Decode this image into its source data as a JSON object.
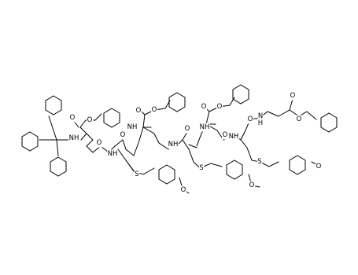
{
  "diagram": {
    "type": "skeletal-structure",
    "atom_labels": {
      "nh_trityl": "NH",
      "nh_2": "NH",
      "nh_3": "NH",
      "nh_4": "NH",
      "nh_5": "NH",
      "nh_6": "NH",
      "nh_7": "N",
      "h_7": "H",
      "o_1": "O",
      "o_1b": "O",
      "o_2": "O",
      "o_3": "O",
      "o_3b": "O",
      "o_4": "O",
      "o_5": "O",
      "o_5b": "O",
      "o_6": "O",
      "o_7": "O",
      "o_7b": "O",
      "o_8": "O",
      "o_m1": "O",
      "o_m2": "O",
      "o_m3": "O",
      "s_1": "S",
      "s_2": "S",
      "s_3": "S"
    }
  }
}
